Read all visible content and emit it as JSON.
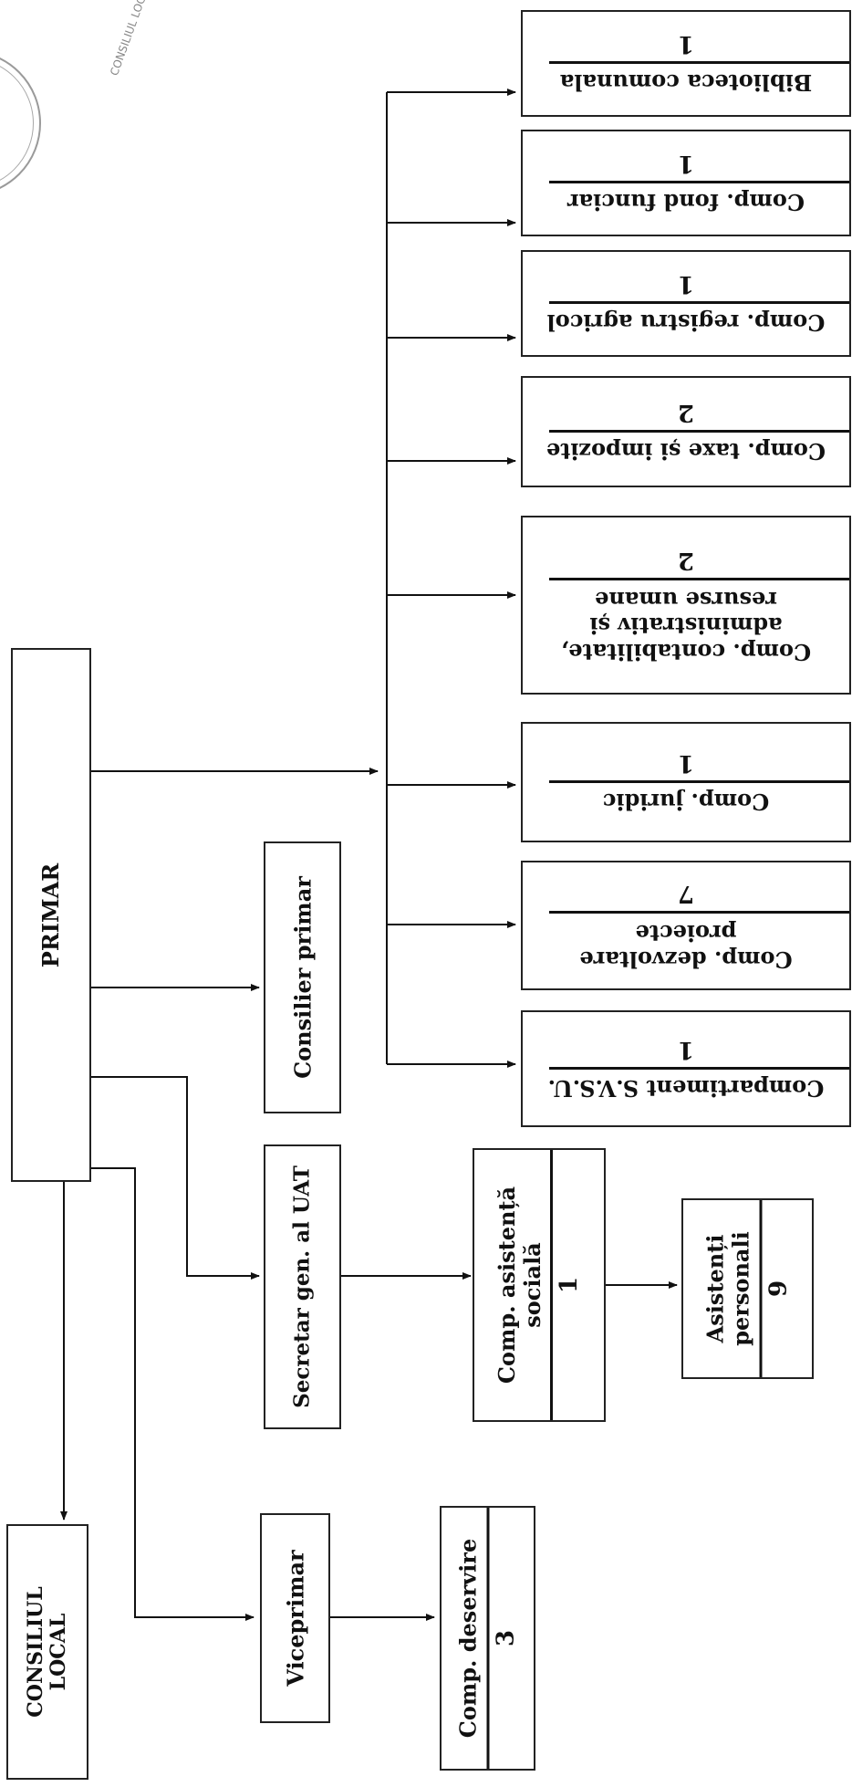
{
  "nodes": {
    "consiliul_local": {
      "line1": "CONSILIUL",
      "line2": "LOCAL"
    },
    "primar": {
      "label": "PRIMAR"
    },
    "viceprimar": {
      "label": "Viceprimar"
    },
    "comp_deservire": {
      "label": "Comp. deservire",
      "count": "3"
    },
    "secretar": {
      "label": "Secretar gen. al UAT"
    },
    "comp_asistenta": {
      "line1": "Comp. asistență",
      "line2": "socială",
      "count": "1"
    },
    "asistenti": {
      "line1": "Asistenți",
      "line2": "personali",
      "count": "9"
    },
    "consilier": {
      "label": "Consilier primar"
    },
    "svsu": {
      "label": "Compartiment S.V.S.U.",
      "count": "1"
    },
    "dezvoltare": {
      "line1": "Comp. dezvoltare",
      "line2": "proiecte",
      "count": "7"
    },
    "juridic": {
      "label": "Comp. juridic",
      "count": "1"
    },
    "contabilitate": {
      "line1": "Comp. contabilitate,",
      "line2": "administrativ și",
      "line3": "resurse umane",
      "count": "2"
    },
    "taxe": {
      "label": "Comp. taxe și impozite",
      "count": "2"
    },
    "registru": {
      "label": "Comp. registru agricol",
      "count": "1"
    },
    "fond": {
      "label": "Comp. fond funciar",
      "count": "1"
    },
    "biblioteca": {
      "label": "Biblioteca comunala",
      "count": "1"
    }
  },
  "seal": {
    "text": "CONSILIUL LOCAL"
  }
}
